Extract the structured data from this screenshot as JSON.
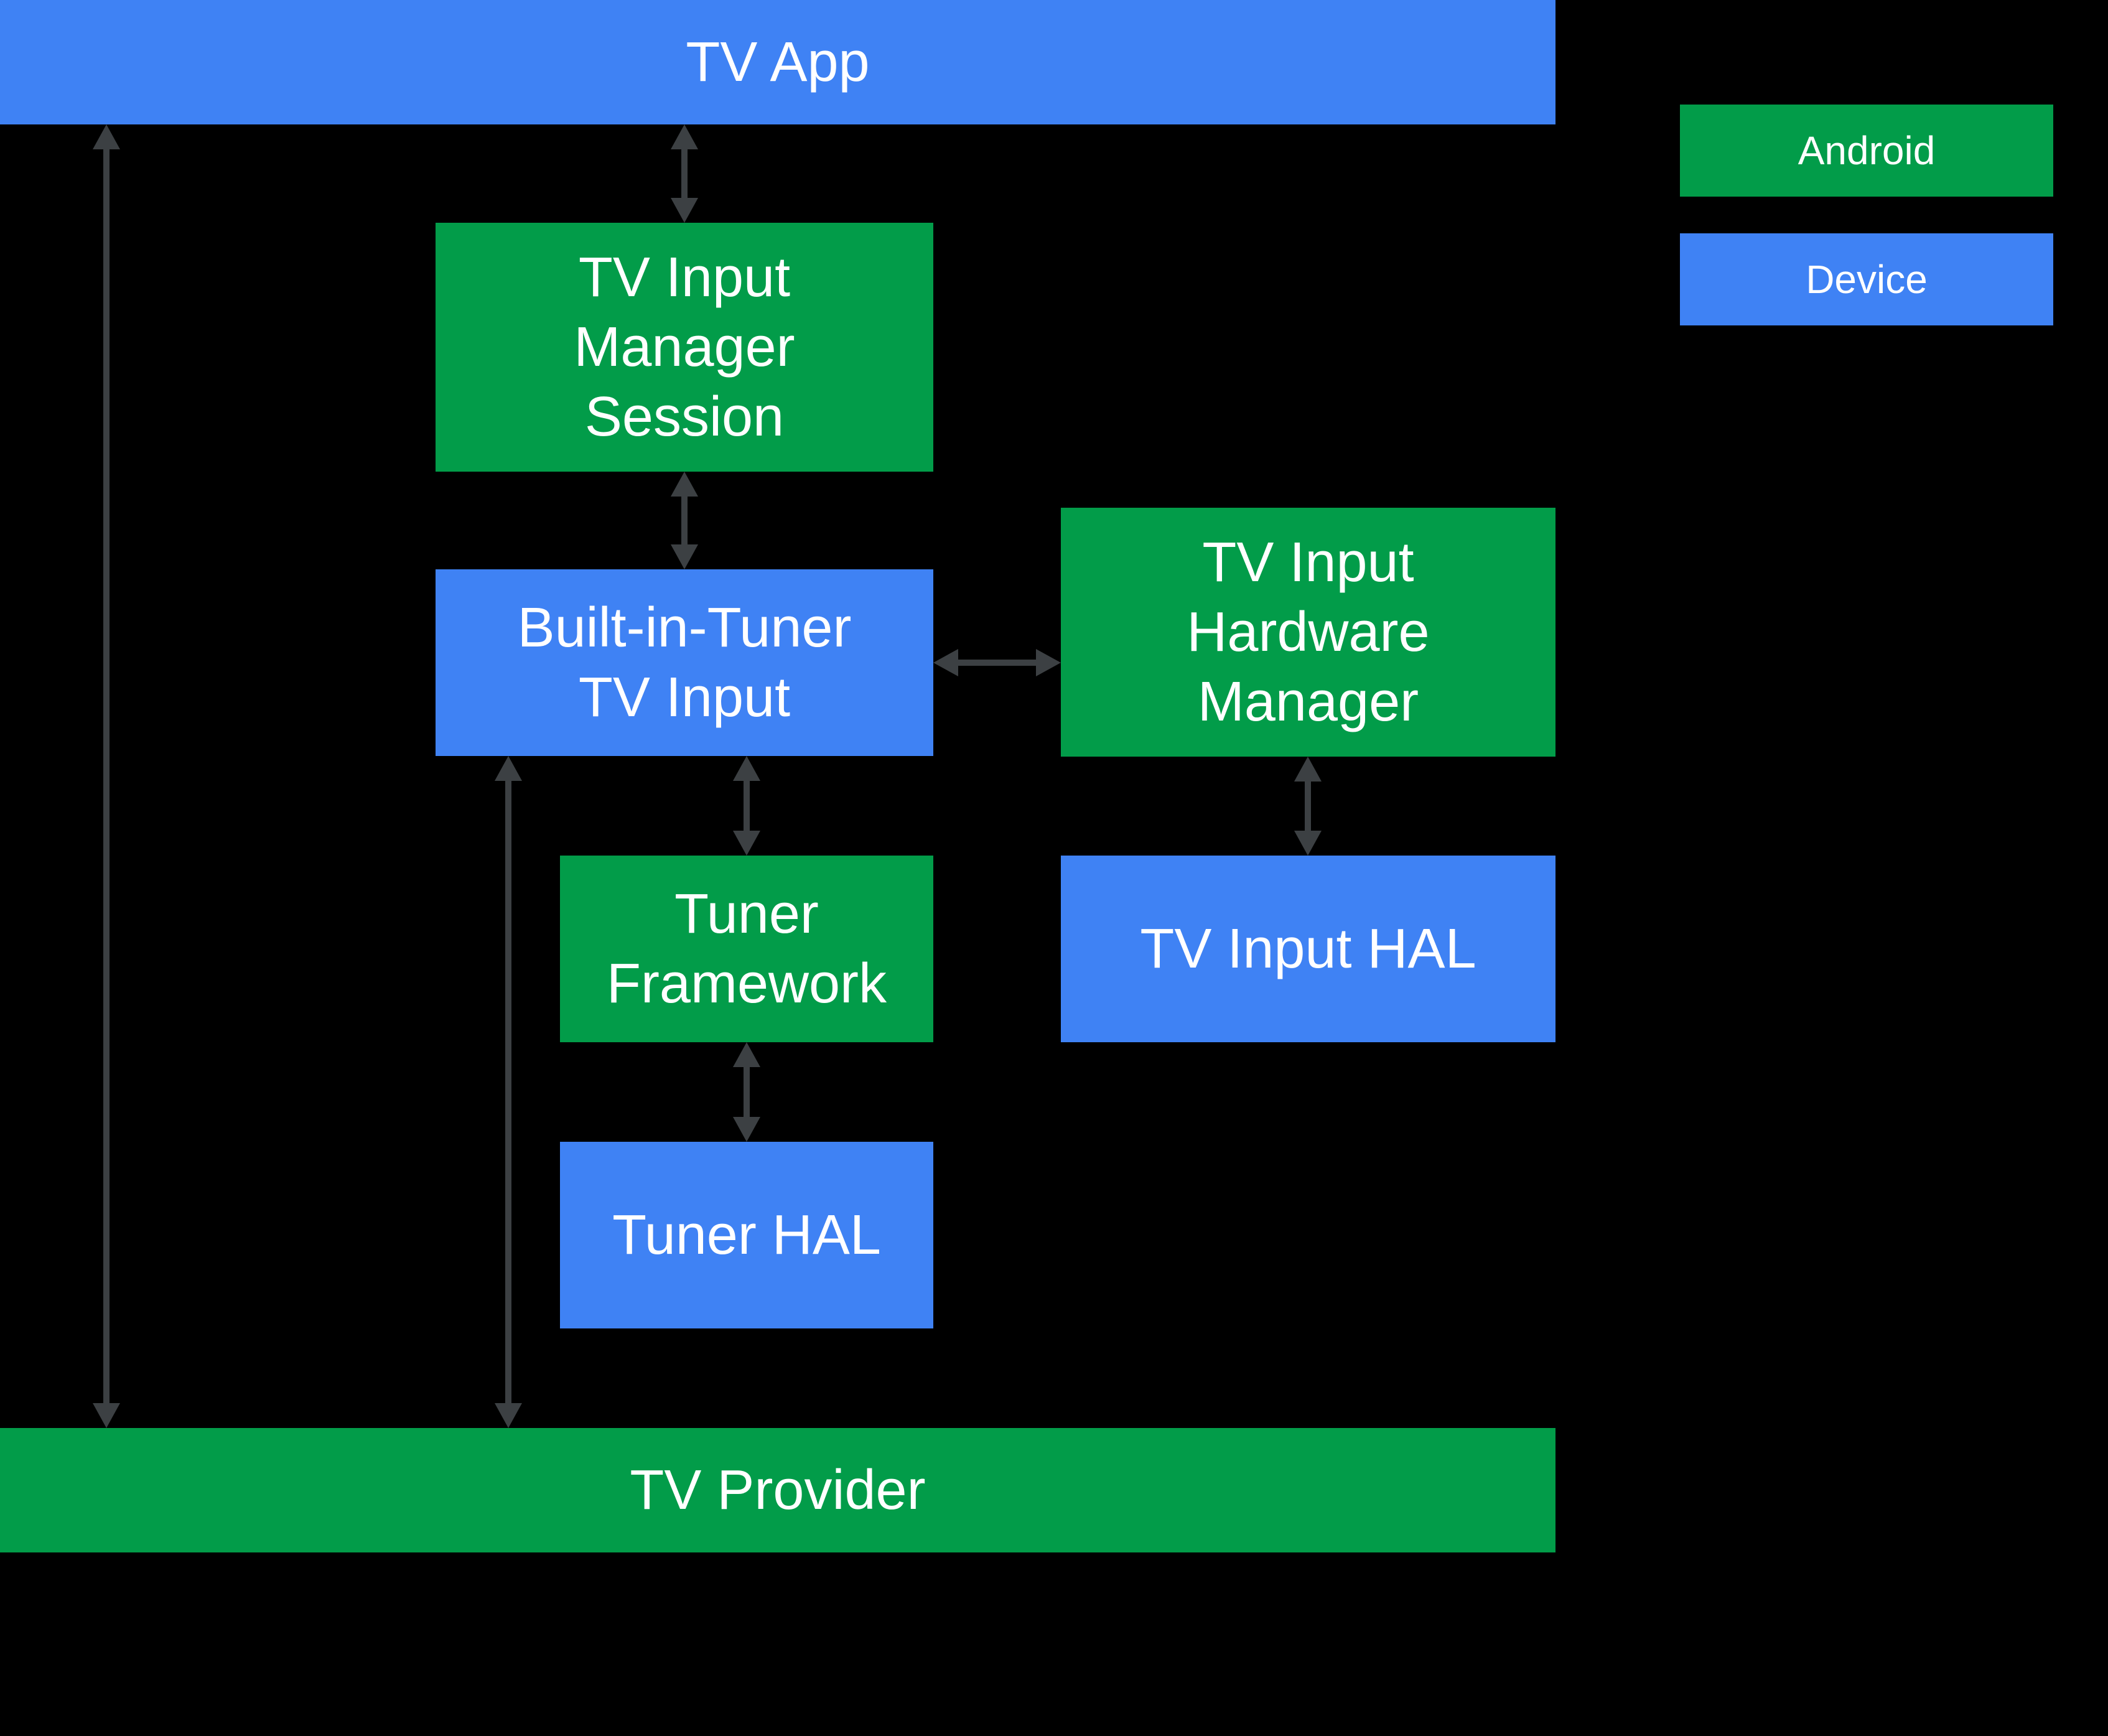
{
  "colors": {
    "background": "#000000",
    "android": "#029C49",
    "device": "#3F82F4",
    "arrow": "#3C4043",
    "text": "#FFFFFF"
  },
  "boxes": {
    "tv_app": {
      "label": "TV App",
      "type": "device"
    },
    "tv_input_manager_session": {
      "label": "TV Input\nManager\nSession",
      "type": "android"
    },
    "built_in_tuner_tv_input": {
      "label": "Built-in-Tuner\nTV Input",
      "type": "device"
    },
    "tv_input_hardware_manager": {
      "label": "TV Input\nHardware\nManager",
      "type": "android"
    },
    "tuner_framework": {
      "label": "Tuner\nFramework",
      "type": "android"
    },
    "tv_input_hal": {
      "label": "TV Input HAL",
      "type": "device"
    },
    "tuner_hal": {
      "label": "Tuner HAL",
      "type": "device"
    },
    "tv_provider": {
      "label": "TV Provider",
      "type": "android"
    }
  },
  "legend": {
    "android": {
      "label": "Android"
    },
    "device": {
      "label": "Device"
    }
  }
}
